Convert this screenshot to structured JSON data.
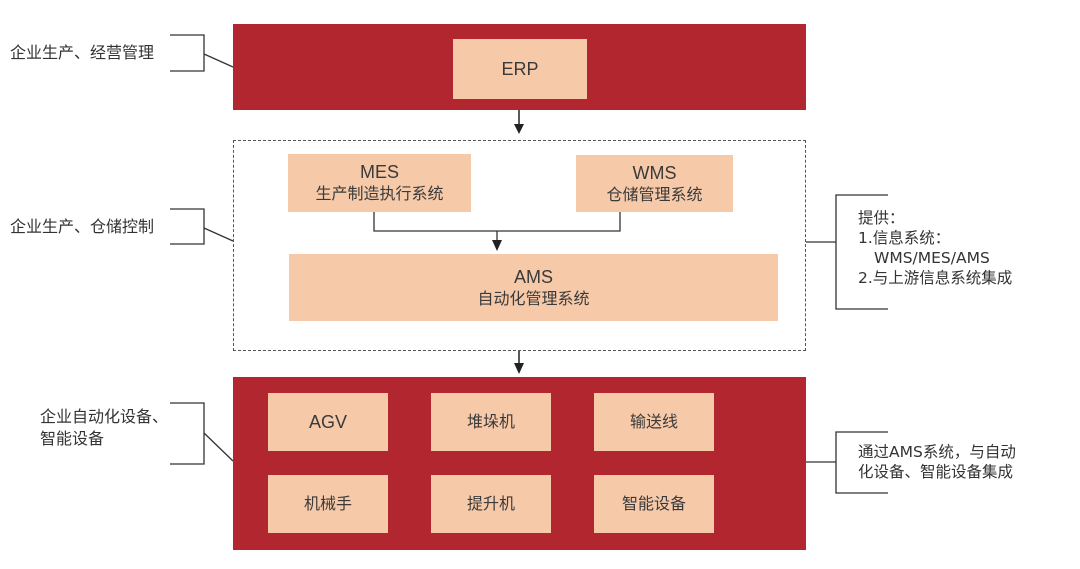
{
  "colors": {
    "band": "#b2262f",
    "box": "#f6c9a9",
    "line": "#333333"
  },
  "layers": {
    "top": {
      "label": "企业生产、经营管理",
      "boxes": [
        {
          "title": "ERP"
        }
      ]
    },
    "middle": {
      "label": "企业生产、仓储控制",
      "boxes": [
        {
          "title": "MES",
          "subtitle": "生产制造执行系统"
        },
        {
          "title": "WMS",
          "subtitle": "仓储管理系统"
        },
        {
          "title": "AMS",
          "subtitle": "自动化管理系统"
        }
      ],
      "note": {
        "lines": [
          "提供：",
          "1.信息系统：",
          "  WMS/MES/AMS",
          "2.与上游信息系统集成"
        ]
      }
    },
    "bottom": {
      "label_lines": [
        "企业自动化设备、",
        "智能设备"
      ],
      "boxes": [
        {
          "title": "AGV"
        },
        {
          "title": "堆垛机"
        },
        {
          "title": "输送线"
        },
        {
          "title": "机械手"
        },
        {
          "title": "提升机"
        },
        {
          "title": "智能设备"
        }
      ],
      "note": {
        "lines": [
          "通过AMS系统，与自动",
          "化设备、智能设备集成"
        ]
      }
    }
  }
}
